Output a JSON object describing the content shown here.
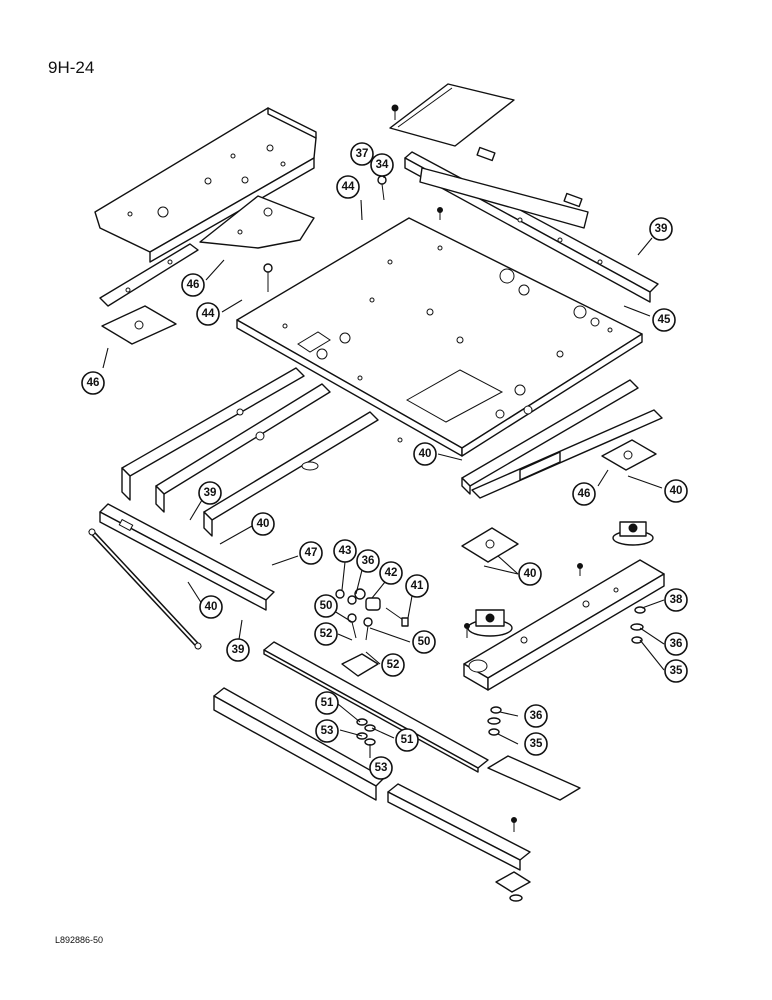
{
  "page": {
    "number": "9H-24",
    "reference_code": "L892886-50"
  },
  "callouts": [
    {
      "id": "c37",
      "label": "37"
    },
    {
      "id": "c34",
      "label": "34"
    },
    {
      "id": "c44a",
      "label": "44"
    },
    {
      "id": "c39a",
      "label": "39"
    },
    {
      "id": "c46a",
      "label": "46"
    },
    {
      "id": "c44b",
      "label": "44"
    },
    {
      "id": "c45",
      "label": "45"
    },
    {
      "id": "c46b",
      "label": "46"
    },
    {
      "id": "c40a",
      "label": "40"
    },
    {
      "id": "c46c",
      "label": "46"
    },
    {
      "id": "c40b",
      "label": "40"
    },
    {
      "id": "c39b",
      "label": "39"
    },
    {
      "id": "c40c",
      "label": "40"
    },
    {
      "id": "c47",
      "label": "47"
    },
    {
      "id": "c43",
      "label": "43"
    },
    {
      "id": "c36a",
      "label": "36"
    },
    {
      "id": "c42",
      "label": "42"
    },
    {
      "id": "c41",
      "label": "41"
    },
    {
      "id": "c40d",
      "label": "40"
    },
    {
      "id": "c40e",
      "label": "40"
    },
    {
      "id": "c50a",
      "label": "50"
    },
    {
      "id": "c50b",
      "label": "50"
    },
    {
      "id": "c52a",
      "label": "52"
    },
    {
      "id": "c52b",
      "label": "52"
    },
    {
      "id": "c39c",
      "label": "39"
    },
    {
      "id": "c38",
      "label": "38"
    },
    {
      "id": "c36b",
      "label": "36"
    },
    {
      "id": "c35a",
      "label": "35"
    },
    {
      "id": "c51a",
      "label": "51"
    },
    {
      "id": "c53a",
      "label": "53"
    },
    {
      "id": "c51b",
      "label": "51"
    },
    {
      "id": "c53b",
      "label": "53"
    },
    {
      "id": "c36c",
      "label": "36"
    },
    {
      "id": "c35b",
      "label": "35"
    }
  ]
}
